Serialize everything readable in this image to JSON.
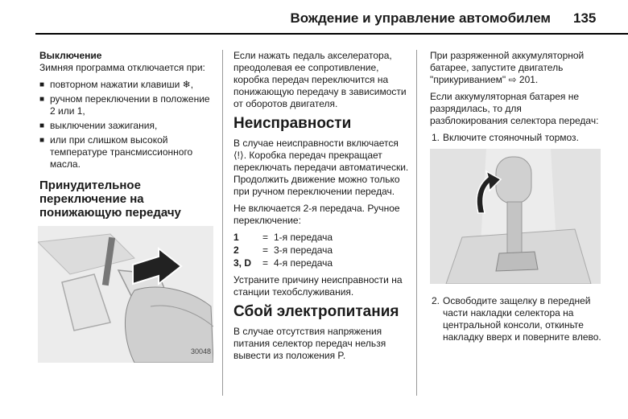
{
  "header": {
    "title": "Вождение и управление автомобилем",
    "page_number": "135"
  },
  "col1": {
    "subhead": "Выключение",
    "intro": "Зимняя программа отключается при:",
    "bullets": [
      "повторном нажатии клавиши ❄,",
      "ручном переключении в положение 2 или 1,",
      "выключении зажигания,",
      "или при слишком высокой температуре трансмиссионного масла."
    ],
    "heading": "Принудительное переключение на понижающую передачу",
    "figure_number": "30048"
  },
  "col2": {
    "para1": "Если нажать педаль акселератора, преодолевая ее сопротивление, коробка передач переключится на понижающую передачу в зависимости от оборотов двигателя.",
    "heading1": "Неисправности",
    "para2": "В случае неисправности включается ⟨!⟩. Коробка передач прекращает переключать передачи автоматически. Продолжить движение можно только при ручном переключении передач.",
    "para3": "Не включается 2-я передача. Ручное переключение:",
    "gears": [
      {
        "key": "1",
        "eq": "=",
        "value": "1-я передача"
      },
      {
        "key": "2",
        "eq": "=",
        "value": "3-я передача"
      },
      {
        "key": "3, D",
        "eq": "=",
        "value": "4-я передача"
      }
    ],
    "para4": "Устраните причину неисправности на станции техобслуживания.",
    "heading2": "Сбой электропитания",
    "para5": "В случае отсутствия напряжения питания селектор передач нельзя вывести из положения P."
  },
  "col3": {
    "para1": "При разряженной аккумуляторной батарее, запустите двигатель \"прикуриванием\" ⇨ 201.",
    "para2": "Если аккумуляторная батарея не разрядилась, то для разблокирования селектора передач:",
    "step1_num": "1.",
    "step1": "Включите стояночный тормоз.",
    "step2_num": "2.",
    "step2": "Освободите защелку в передней части накладки селектора на центральной консоли, откиньте накладку вверх и поверните влево."
  }
}
